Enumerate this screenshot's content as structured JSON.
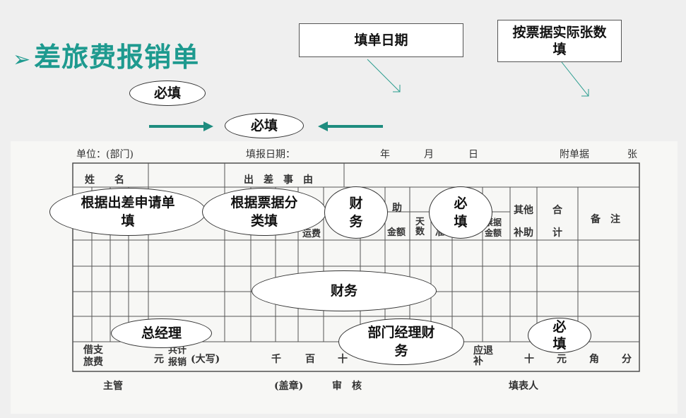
{
  "slide": {
    "title_arrow": "➢",
    "title": "差旅费报销单"
  },
  "callouts": {
    "fill_date": "填单日期",
    "by_receipts_count": "按票据实际张数填",
    "required_top": "必填",
    "required_center": "必填"
  },
  "form": {
    "unit_label": "单位：(部门)",
    "fill_date_label": "填报日期：",
    "year": "年",
    "month": "月",
    "day": "日",
    "attach_label": "附单据",
    "sheets": "张",
    "name_label": "姓　　名",
    "trip_reason_label": "出　差　事　由",
    "subsidy_label": "助",
    "amount_label": "金额",
    "days_label": "天数",
    "std_label": "准",
    "receipt_amount_label": "票据金额",
    "other_subsidy_label": "其他补助",
    "total_label": "合计",
    "remarks_label": "备　注",
    "fare_label": "运费",
    "advance_label": "借支旅费",
    "yuan": "元",
    "total_reimb_label": "共计报销",
    "uppercase_label": "(大写)",
    "qian": "千",
    "bai": "百",
    "shi": "十",
    "refund_label": "应退补",
    "shi2": "十",
    "yuan2": "元",
    "jiao": "角",
    "fen": "分",
    "manager_label": "主管",
    "seal_label": "(盖章)",
    "review_label": "审　核",
    "filler_label": "填表人"
  },
  "bubbles": {
    "by_trip_request": "根据出差申请单填",
    "by_receipt_class": "根据票据分类填",
    "finance_small": "财务",
    "required_right": "必填",
    "finance_center": "财务",
    "general_manager": "总经理",
    "dept_manager_finance": "部门经理财务",
    "required_bottom_right": "必填"
  }
}
